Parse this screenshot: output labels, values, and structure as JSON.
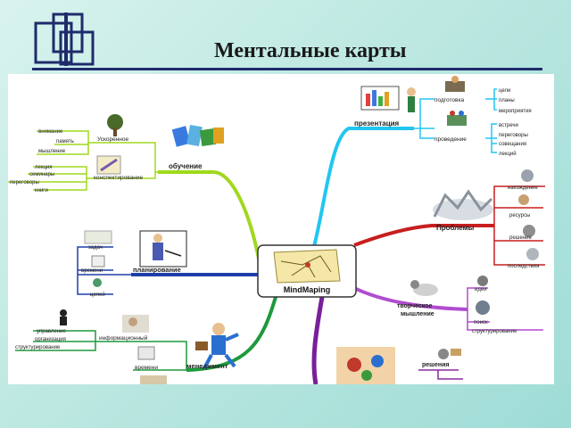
{
  "title": "Ментальные карты",
  "center": {
    "label": "MindMaping"
  },
  "branches": {
    "presentation": {
      "label": "презентация",
      "color": "#22c6f0",
      "sub": [
        {
          "label": "подготовка",
          "leaves": [
            "цели",
            "планы",
            "мероприятия"
          ]
        },
        {
          "label": "проведение",
          "leaves": [
            "встречи",
            "переговоры",
            "совещания",
            "лекций"
          ]
        }
      ]
    },
    "problems": {
      "label": "Проблемы",
      "color": "#c81e1e",
      "leaves": [
        "нахождение",
        "ресурсы",
        "решение",
        "последствия"
      ]
    },
    "thinking": {
      "label": "творческое мышление",
      "color": "#b04ccf",
      "leaves": [
        "идеи",
        "поиск",
        "структурирование"
      ]
    },
    "decisions": {
      "label": "решения",
      "color": "#8a2aa0"
    },
    "learning": {
      "label": "обучение",
      "color": "#a0d81e",
      "sub": [
        {
          "label": "Ускоренное",
          "leaves": [
            "внимание",
            "память",
            "мышление"
          ]
        },
        {
          "label": "конспектирование",
          "leaves": [
            "лекция",
            "семинары",
            "переговоры",
            "книги"
          ]
        }
      ]
    },
    "planning": {
      "label": "планирование",
      "color": "#1f3fa8",
      "leaves": [
        "задач",
        "времени",
        "целей"
      ]
    },
    "management": {
      "label": "менеджмент",
      "color": "#1e9a3c",
      "sub": [
        {
          "label": "информационный",
          "leaves": [
            "управление",
            "организация",
            "структурирование"
          ]
        },
        {
          "label": "времени"
        }
      ]
    }
  }
}
